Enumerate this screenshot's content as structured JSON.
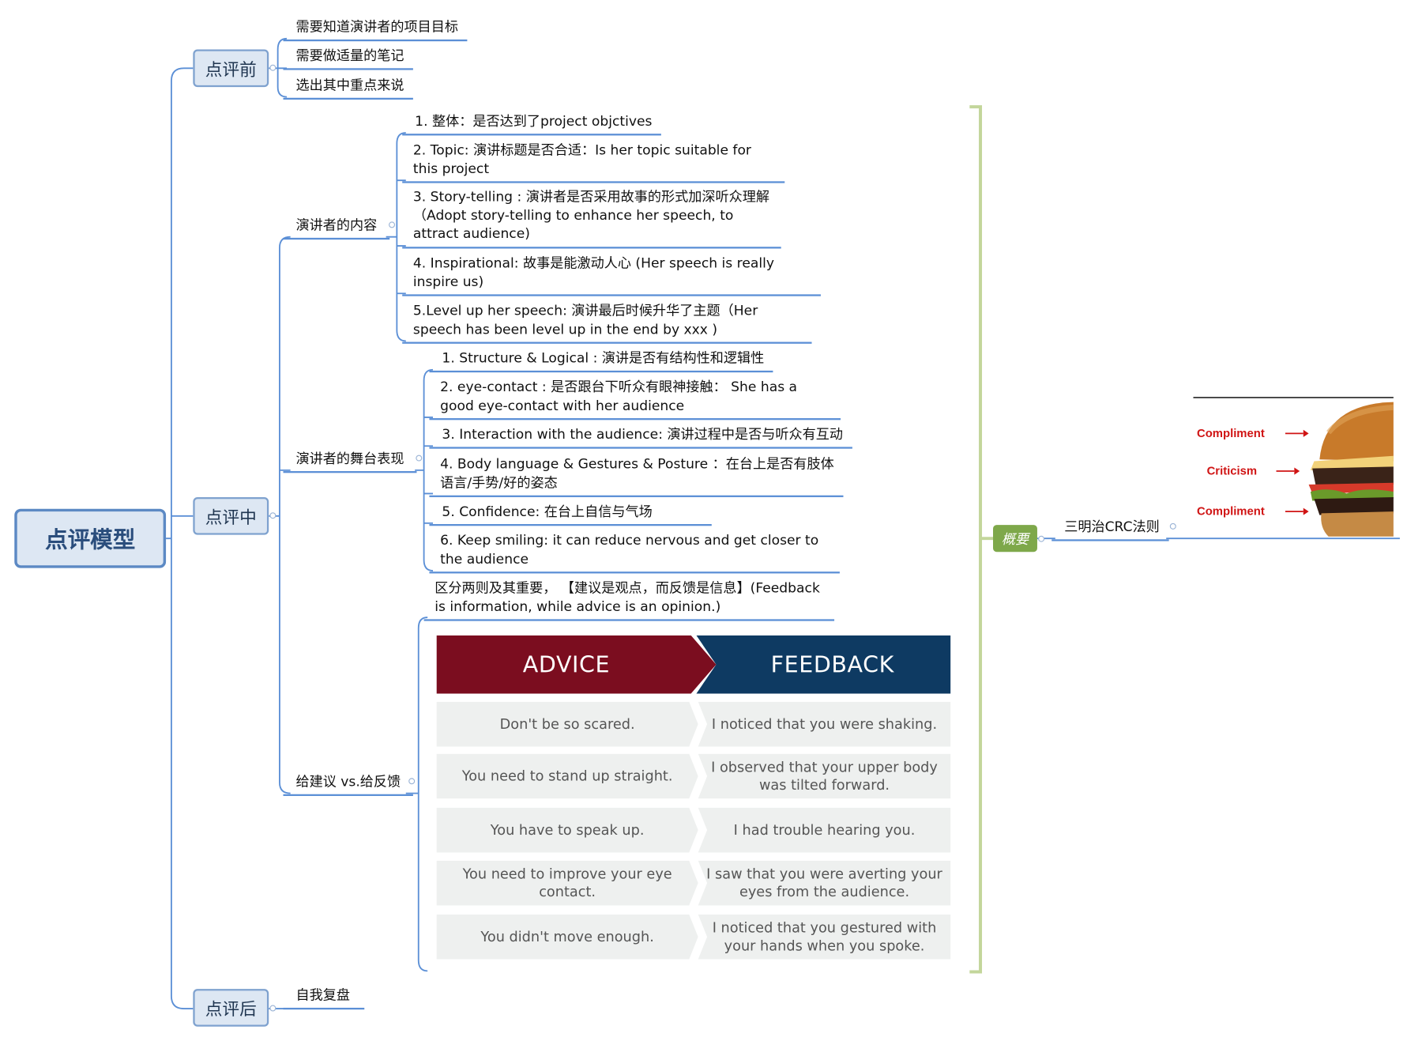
{
  "root": {
    "label": "点评模型"
  },
  "before": {
    "label": "点评前",
    "items": [
      "需要知道演讲者的项目目标",
      "需要做适量的笔记",
      "选出其中重点来说"
    ]
  },
  "during": {
    "label": "点评中",
    "content": {
      "label": "演讲者的内容",
      "items": [
        "1. 整体：是否达到了project objctives",
        "2. Topic: 演讲标题是否合适：Is her topic suitable for this project",
        "3.  Story-telling : 演讲者是否采用故事的形式加深听众理解（Adopt story-telling to enhance her speech, to attract audience)",
        "4. Inspirational: 故事是能激动人心 (Her speech is really inspire us)",
        "5.Level up her speech: 演讲最后时候升华了主题（Her speech has been level up in the end by xxx )"
      ]
    },
    "stage": {
      "label": "演讲者的舞台表现",
      "items": [
        "1. Structure & Logical : 演讲是否有结构性和逻辑性",
        "2. eye-contact : 是否跟台下听众有眼神接触：  She has a good eye-contact with her audience",
        "3. Interaction with the audience: 演讲过程中是否与听众有互动",
        "4. Body language & Gestures & Posture  ：在台上是否有肢体语言/手势/好的姿态",
        "5. Confidence: 在台上自信与气场",
        "6. Keep smiling: it can reduce nervous and get closer to the audience"
      ]
    },
    "advice": {
      "label": "给建议 vs.给反馈",
      "note": "区分两则及其重要， 【建议是观点，而反馈是信息】(Feedback is information, while advice is an opinion.)",
      "table": {
        "advice_header": "ADVICE",
        "feedback_header": "FEEDBACK",
        "rows": [
          {
            "advice": "Don't be so scared.",
            "feedback": "I noticed that you were shaking."
          },
          {
            "advice": "You need to stand up straight.",
            "feedback": "I observed that your upper body was tilted forward."
          },
          {
            "advice": "You have to speak up.",
            "feedback": "I had trouble hearing you."
          },
          {
            "advice": "You need to improve your eye contact.",
            "feedback": "I saw that you were averting your eyes from the audience."
          },
          {
            "advice": "You didn't move enough.",
            "feedback": "I noticed that you gestured with your hands when you spoke."
          }
        ]
      }
    }
  },
  "after": {
    "label": "点评后",
    "items": [
      "自我复盘"
    ]
  },
  "summary": {
    "tag": "概要",
    "label": "三明治CRC法则",
    "burger": {
      "top": "Compliment",
      "middle": "Criticism",
      "bottom": "Compliment"
    }
  },
  "colors": {
    "branch": "#5b8fd6",
    "advice": "#7b0d1f",
    "feedback": "#0e3a62",
    "summary": "#7ea84a",
    "burger_text": "#d01414"
  }
}
